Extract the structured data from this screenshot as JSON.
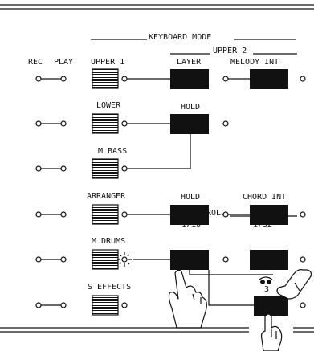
{
  "header": {
    "keyboard_mode": "KEYBOARD MODE",
    "upper2": "UPPER 2",
    "rec": "REC",
    "play": "PLAY",
    "roll": "ROLL"
  },
  "left_buttons": {
    "upper1": "UPPER 1",
    "lower": "LOWER",
    "m_bass": "M BASS",
    "arranger": "ARRANGER",
    "m_drums": "M DRUMS",
    "s_effects": "S EFFECTS"
  },
  "right_buttons": {
    "layer": "LAYER",
    "melody_int": "MELODY INT",
    "hold1": "HOLD",
    "hold2": "HOLD",
    "chord_int": "CHORD INT",
    "r16": "1/16",
    "r32": "1/32",
    "triplet": "3"
  },
  "states": {
    "m_drums_led": "lit",
    "hands": [
      "pressing-1/16",
      "pressing-1/32",
      "pressing-triplet"
    ]
  }
}
